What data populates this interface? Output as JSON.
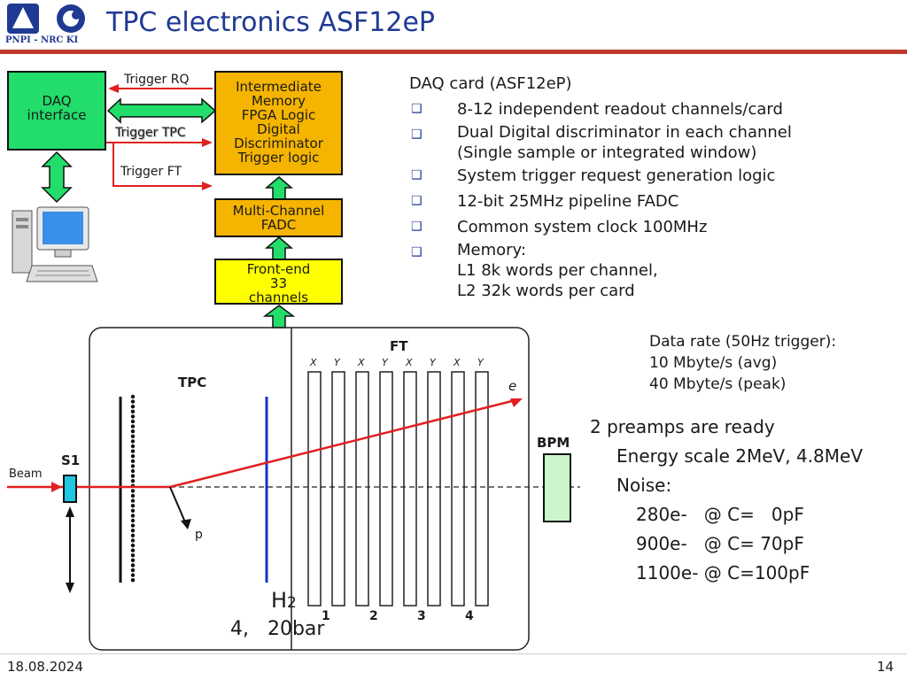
{
  "header": {
    "title": "TPC electronics ASF12eP",
    "logo_text": "PNPI - NRC KI"
  },
  "blocks": {
    "daq": "DAQ interface",
    "fpga": [
      "Intermediate",
      "Memory",
      "FPGA Logic",
      "Digital",
      "Discriminator",
      "Trigger logic"
    ],
    "fadc": [
      "Multi-Channel",
      "FADC"
    ],
    "frontend": [
      "Front-end",
      "33",
      "channels"
    ]
  },
  "signals": {
    "trigger_rq": "Trigger RQ",
    "trigger_tpc": "Trigger TPC",
    "trigger_ft": "Trigger FT"
  },
  "daq_card": {
    "heading": "DAQ card (ASF12eP)",
    "items": [
      [
        "8-12 independent readout channels/card"
      ],
      [
        "Dual Digital discriminator in each channel",
        "(Single sample or integrated window)"
      ],
      [
        "System trigger request generation logic"
      ],
      [
        "12-bit 25MHz pipeline FADC"
      ],
      [
        "Common system clock 100MHz"
      ],
      [
        "Memory:",
        "L1 8k words per channel,",
        "L2 32k words per card"
      ]
    ]
  },
  "detector": {
    "tpc": "TPC",
    "ft": "FT",
    "s1": "S1",
    "beam": "Beam",
    "bpm": "BPM",
    "proton": "p",
    "electron": "e",
    "xy_labels": [
      "X",
      "Y",
      "X",
      "Y",
      "X",
      "Y",
      "X",
      "Y"
    ],
    "planes": [
      "1",
      "2",
      "3",
      "4"
    ],
    "gas_main": "H",
    "gas_sub": "2",
    "gas_note": "4,   20bar"
  },
  "data_rate": {
    "heading": "Data rate (50Hz trigger):",
    "avg": "10 Mbyte/s (avg)",
    "peak": "40 Mbyte/s (peak)"
  },
  "preamps": {
    "heading": "2 preamps are ready",
    "energy": "Energy scale 2MeV, 4.8MeV",
    "noise": "Noise:",
    "n1": "280e-   @ C=   0pF",
    "n2": "900e-   @ C= 70pF",
    "n3": "1100e- @ C=100pF"
  },
  "footer": {
    "date": "18.08.2024",
    "page": "14"
  },
  "colors": {
    "title": "#1f3a93",
    "title_rule": "#c0392b",
    "daq_fill": "#22dd6a",
    "fpga_fill": "#f5b400",
    "frontend_fill": "#ffff00",
    "arrow_fill": "#22dd6a",
    "beam_red": "#e02020",
    "bpm_fill": "#ccf5cc",
    "s1_fill": "#1fc8e0",
    "plane_blue": "#1a2fcc"
  }
}
